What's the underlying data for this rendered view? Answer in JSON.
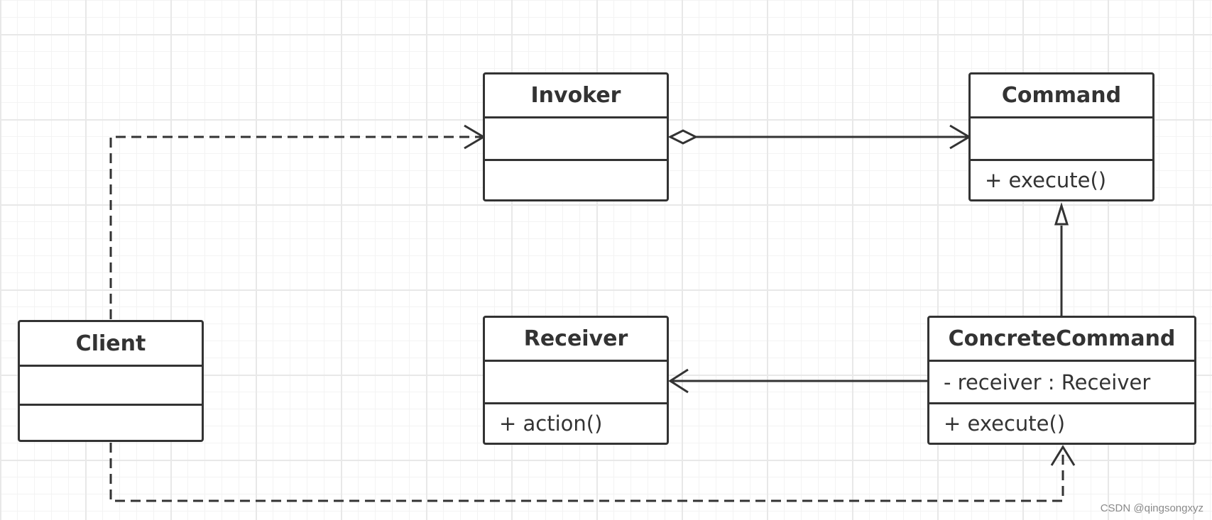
{
  "diagram": {
    "classes": {
      "invoker": {
        "name": "Invoker",
        "attributes": [
          ""
        ],
        "methods": [
          ""
        ]
      },
      "command": {
        "name": "Command",
        "attributes": [
          ""
        ],
        "methods": [
          "+ execute()"
        ]
      },
      "client": {
        "name": "Client",
        "attributes": [
          ""
        ],
        "methods": [
          ""
        ]
      },
      "receiver": {
        "name": "Receiver",
        "attributes": [
          ""
        ],
        "methods": [
          "+ action()"
        ]
      },
      "concrete_command": {
        "name": "ConcreteCommand",
        "attributes": [
          "- receiver :  Receiver"
        ],
        "methods": [
          "+ execute()"
        ]
      }
    },
    "relationships": [
      {
        "from": "Client",
        "to": "Invoker",
        "type": "dependency"
      },
      {
        "from": "Invoker",
        "to": "Command",
        "type": "aggregation"
      },
      {
        "from": "ConcreteCommand",
        "to": "Command",
        "type": "realization"
      },
      {
        "from": "ConcreteCommand",
        "to": "Receiver",
        "type": "association"
      },
      {
        "from": "Client",
        "to": "ConcreteCommand",
        "type": "dependency"
      }
    ],
    "colors": {
      "line": "#333333",
      "grid": "#e8e8e8",
      "background": "#ffffff"
    }
  },
  "watermark": "CSDN @qingsongxyz"
}
